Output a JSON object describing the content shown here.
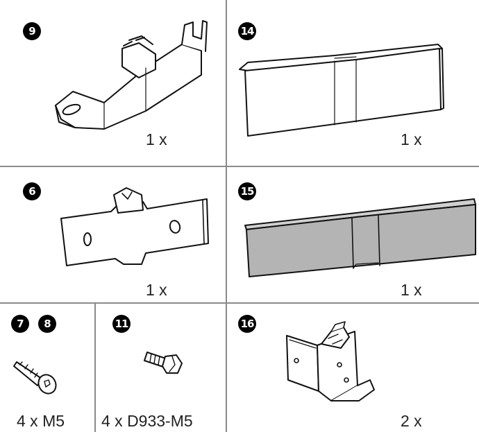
{
  "parts": [
    {
      "id": "part-9",
      "badge": "9",
      "quantity": "1 x"
    },
    {
      "id": "part-14",
      "badge": "14",
      "quantity": "1 x"
    },
    {
      "id": "part-6",
      "badge": "6",
      "quantity": "1 x"
    },
    {
      "id": "part-15",
      "badge": "15",
      "quantity": "1 x"
    },
    {
      "id": "part-7-8",
      "badges": [
        "7",
        "8"
      ],
      "quantity": "4 x M5"
    },
    {
      "id": "part-11",
      "badge": "11",
      "quantity": "4 x D933-M5"
    },
    {
      "id": "part-16",
      "badge": "16",
      "quantity": "2 x"
    }
  ],
  "colors": {
    "grid_line": "#8a8a8a",
    "badge_fill": "#000000",
    "part15_fill": "#b4b4b4"
  }
}
